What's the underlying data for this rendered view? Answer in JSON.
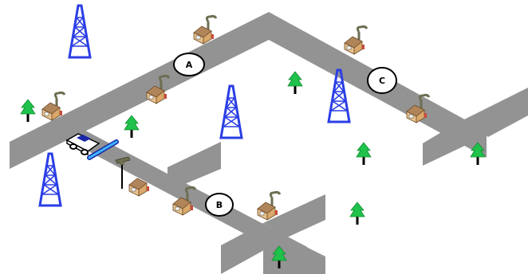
{
  "checkpoints": [
    {
      "key": "a",
      "label": "A"
    },
    {
      "key": "b",
      "label": "B"
    },
    {
      "key": "c",
      "label": "C"
    }
  ],
  "colors": {
    "road": "#939393",
    "tower": "#2b3ee6",
    "tree_leaf": "#1fc24a",
    "tree_trunk": "#000000",
    "house_wall": "#e9c28e",
    "house_roof": "#b1855a",
    "house_trim": "#c94a3a",
    "smoke": "#6e6e52",
    "car_body": "#ffffff",
    "car_window": "#1a27a8",
    "barrier": "#3fb4ff"
  },
  "icons": [
    "cell-tower-icon",
    "tree-icon",
    "house-icon",
    "car-icon",
    "barrier-icon",
    "street-lamp-icon"
  ]
}
